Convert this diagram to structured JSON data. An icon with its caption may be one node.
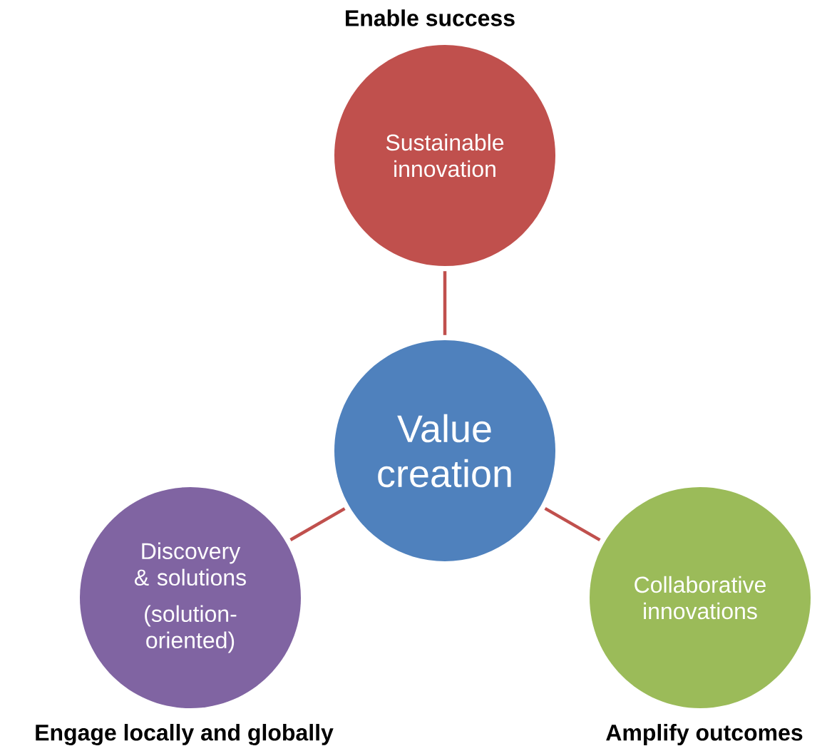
{
  "diagram": {
    "nodes": [
      {
        "text": [
          "Value creation"
        ]
      },
      {
        "text": [
          "Sustainable innovation"
        ],
        "beside": [
          "Enable success"
        ]
      },
      {
        "text": [
          "Discovery & solutions",
          "(solution-oriented)"
        ],
        "beside": [
          "Engage locally and globally"
        ]
      },
      {
        "text": [
          "Collaborative innovations"
        ],
        "beside": [
          "Amplify outcomes"
        ]
      }
    ],
    "edges": [
      {
        "from": 1,
        "to": 0,
        "arrow": "none"
      },
      {
        "from": 2,
        "to": 0,
        "arrow": "none"
      },
      {
        "from": 3,
        "to": 0,
        "arrow": "none"
      }
    ]
  }
}
